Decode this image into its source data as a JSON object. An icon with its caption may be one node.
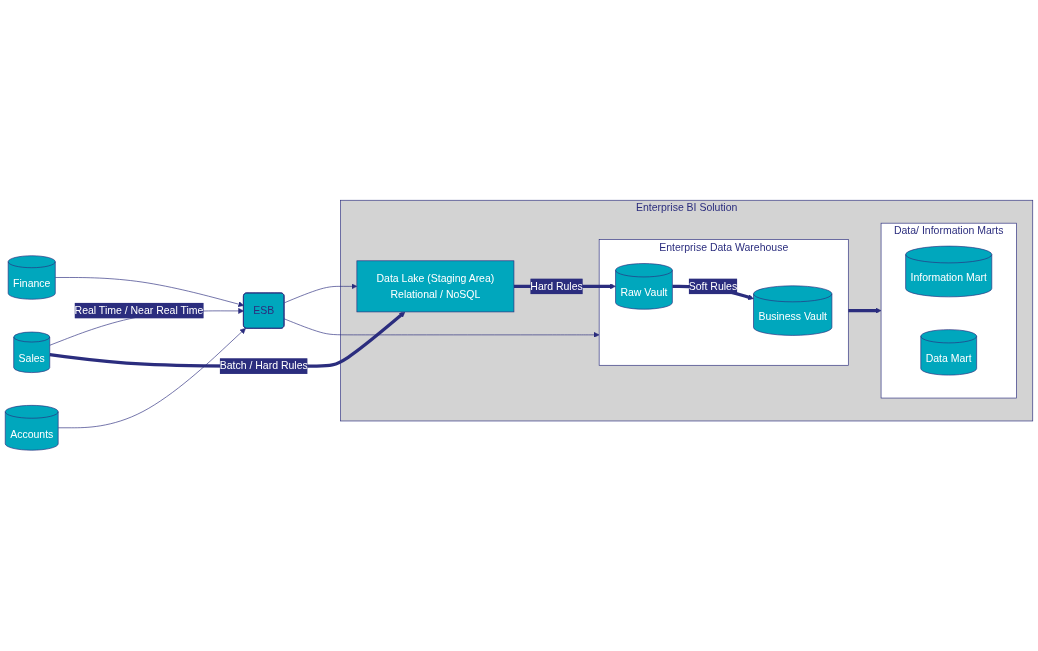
{
  "diagram": {
    "nodes": [
      {
        "text": [
          "ESB"
        ]
      },
      {
        "text": [
          "Finance"
        ]
      },
      {
        "text": [
          "Sales"
        ]
      },
      {
        "text": [
          "Accounts"
        ]
      },
      {
        "text": [
          "Enterprise BI Solution"
        ]
      },
      {
        "text": [
          "Data Lake (Staging Area)",
          "Relational / NoSQL"
        ],
        "in": 4
      },
      {
        "text": [
          "Enterprise Data Warehouse"
        ],
        "in": 4
      },
      {
        "text": [
          "Business Vault"
        ],
        "in": 6
      },
      {
        "text": [
          "Raw Vault"
        ],
        "in": 6
      },
      {
        "text": [
          "Data/ Information Marts"
        ],
        "in": 4
      },
      {
        "text": [
          "Information Mart"
        ],
        "in": 9
      },
      {
        "text": [
          "Data Mart"
        ],
        "in": 9
      }
    ],
    "edges": [
      {
        "from": 2,
        "to": 0,
        "arrow": "to",
        "label": "Real Time / Near Real Time"
      },
      {
        "from": 1,
        "to": 0,
        "arrow": "to"
      },
      {
        "from": 3,
        "to": 0,
        "arrow": "to"
      },
      {
        "from": 0,
        "to": 5,
        "arrow": "to"
      },
      {
        "from": 0,
        "to": 6,
        "arrow": "to"
      },
      {
        "from": 2,
        "to": 5,
        "arrow": "to",
        "label": "Batch / Hard Rules",
        "style": "thick"
      },
      {
        "from": 5,
        "to": 8,
        "arrow": "to",
        "label": "Hard Rules",
        "style": "thick"
      },
      {
        "from": 8,
        "to": 7,
        "arrow": "to",
        "label": "Soft Rules",
        "style": "thick"
      },
      {
        "from": 6,
        "to": 9,
        "arrow": "to",
        "style": "thick"
      }
    ]
  }
}
